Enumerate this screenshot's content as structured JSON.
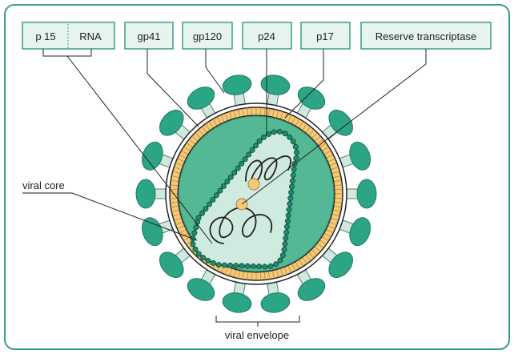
{
  "labels": {
    "p15": "p 15",
    "rna": "RNA",
    "gp41": "gp41",
    "gp120": "gp120",
    "p24": "p24",
    "p17": "p17",
    "reverse_transcriptase": "Reserve transcriptase",
    "viral_core": "viral core",
    "viral_envelope": "viral envelope"
  },
  "colors": {
    "frame": "#3a9e85",
    "label_fill": "#e6f3ee",
    "spike_head": "#2ba586",
    "spike_stem": "#cfe9df",
    "lipid_layer": "#f6c978",
    "matrix": "#54b894",
    "core_fill": "#cfeadf",
    "core_beads": "#1e8b6e",
    "enzyme": "#f6c978",
    "line": "#222222"
  }
}
